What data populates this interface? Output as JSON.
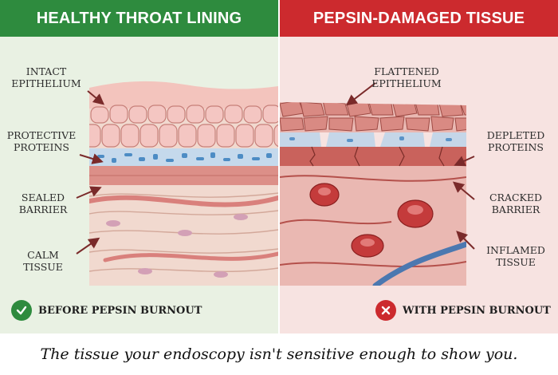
{
  "left_panel": {
    "banner": "HEALTHY THROAT LINING",
    "labels": [
      {
        "line1": "INTACT",
        "line2": "EPITHELIUM"
      },
      {
        "line1": "PROTECTIVE",
        "line2": "PROTEINS"
      },
      {
        "line1": "SEALED",
        "line2": "BARRIER"
      },
      {
        "line1": "CALM",
        "line2": "TISSUE"
      }
    ],
    "footer": {
      "icon": "check-icon",
      "text": "BEFORE PEPSIN BURNOUT",
      "color": "#2e8b3e"
    }
  },
  "right_panel": {
    "banner": "PEPSIN-DAMAGED TISSUE",
    "labels": [
      {
        "line1": "FLATTENED",
        "line2": "EPITHELIUM"
      },
      {
        "line1": "DEPLETED",
        "line2": "PROTEINS"
      },
      {
        "line1": "CRACKED",
        "line2": "BARRIER"
      },
      {
        "line1": "INFLAMED",
        "line2": "TISSUE"
      }
    ],
    "footer": {
      "icon": "x-icon",
      "text": "WITH PEPSIN BURNOUT",
      "color": "#cc2a2e"
    }
  },
  "caption": "The tissue your endoscopy isn't sensitive enough to show you.",
  "colors": {
    "healthy": "#2e8b3e",
    "damaged": "#cc2a2e",
    "healthy_bg": "#e9f1e3",
    "damaged_bg": "#f7e3e1"
  }
}
